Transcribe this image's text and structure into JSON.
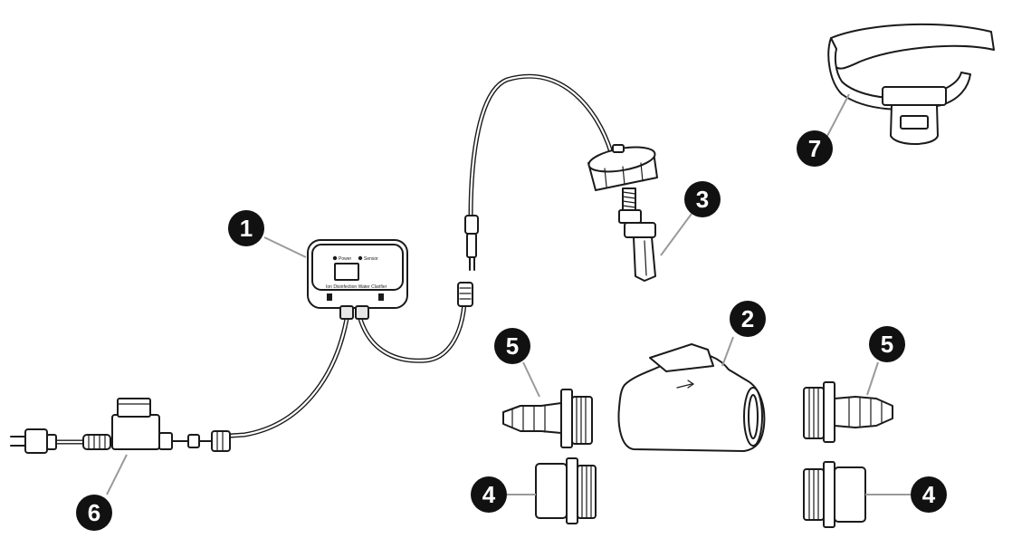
{
  "callouts": [
    {
      "id": "controller",
      "number": "1"
    },
    {
      "id": "tee-housing",
      "number": "2"
    },
    {
      "id": "sensor-probe",
      "number": "3"
    },
    {
      "id": "adapter-left",
      "number": "4"
    },
    {
      "id": "adapter-right",
      "number": "4"
    },
    {
      "id": "barb-fitting-left",
      "number": "5"
    },
    {
      "id": "barb-fitting-right",
      "number": "5"
    },
    {
      "id": "power-supply",
      "number": "6"
    },
    {
      "id": "mounting-strap",
      "number": "7"
    }
  ],
  "controller_panel": {
    "left_indicator": "Power",
    "right_indicator": "Sensor",
    "footer_text": "Ion Disinfection Water Clarifier"
  },
  "colors": {
    "badge_fill": "#111111",
    "badge_text": "#ffffff",
    "line_art": "#1a1a1a",
    "leader_line": "#9a9a9a"
  }
}
